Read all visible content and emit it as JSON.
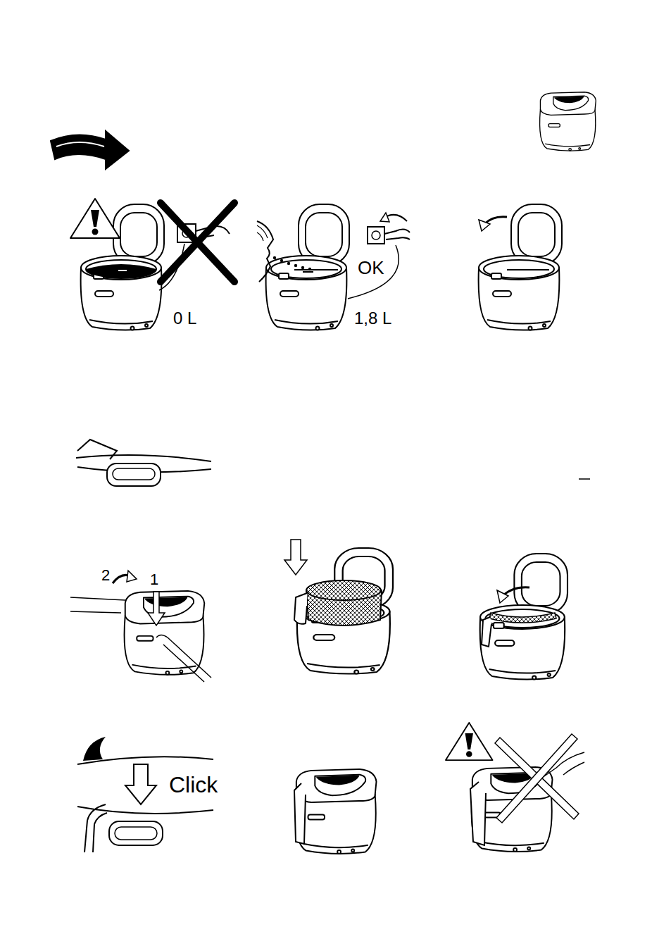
{
  "diagram": {
    "labels": [
      "0 L",
      "OK",
      "1,8 L",
      "2",
      "1",
      "Click"
    ]
  }
}
